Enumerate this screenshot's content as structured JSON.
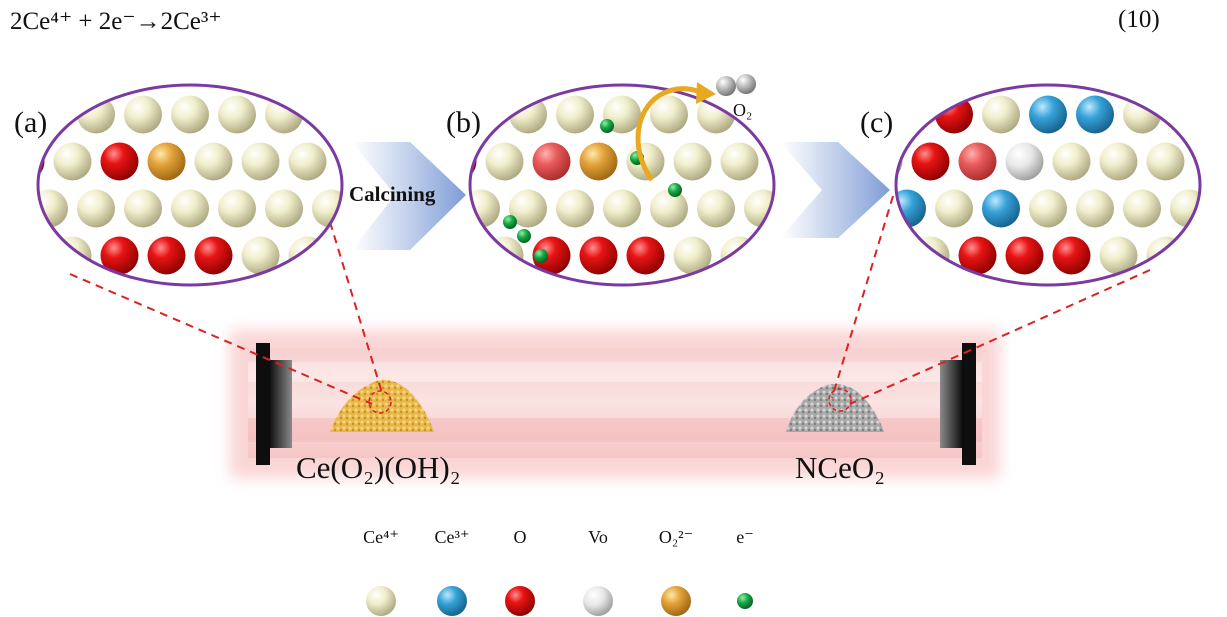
{
  "equation": {
    "text": "2Ce⁴⁺ + 2e⁻→2Ce³⁺",
    "number": "(10)"
  },
  "panels": {
    "a": "(a)",
    "b": "(b)",
    "c": "(c)"
  },
  "process_label": "Calcining",
  "released_gas": "O₂",
  "tube": {
    "precursor_label": "Ce(O₂)(OH)₂",
    "product_label": "NCeO₂"
  },
  "legend": [
    {
      "label": "Ce⁴⁺",
      "icon": "cream-sphere-icon",
      "color": "#e8e4b8"
    },
    {
      "label": "Ce³⁺",
      "icon": "blue-sphere-icon",
      "color": "#3ba3d6"
    },
    {
      "label": "O",
      "icon": "red-sphere-icon",
      "color": "#e01010"
    },
    {
      "label": "Vo",
      "icon": "white-sphere-icon",
      "color": "#e6e6e6"
    },
    {
      "label": "O₂²⁻",
      "icon": "orange-sphere-icon",
      "color": "#e7a623"
    },
    {
      "label": "e⁻",
      "icon": "green-sphere-icon",
      "color": "#0d9a3a"
    }
  ],
  "colors": {
    "ellipse_border": "#7b3aa0",
    "dashed_lines": "#dd2020",
    "tube_glow": "#f4b0b0",
    "arrow": "#7d9cd6"
  }
}
